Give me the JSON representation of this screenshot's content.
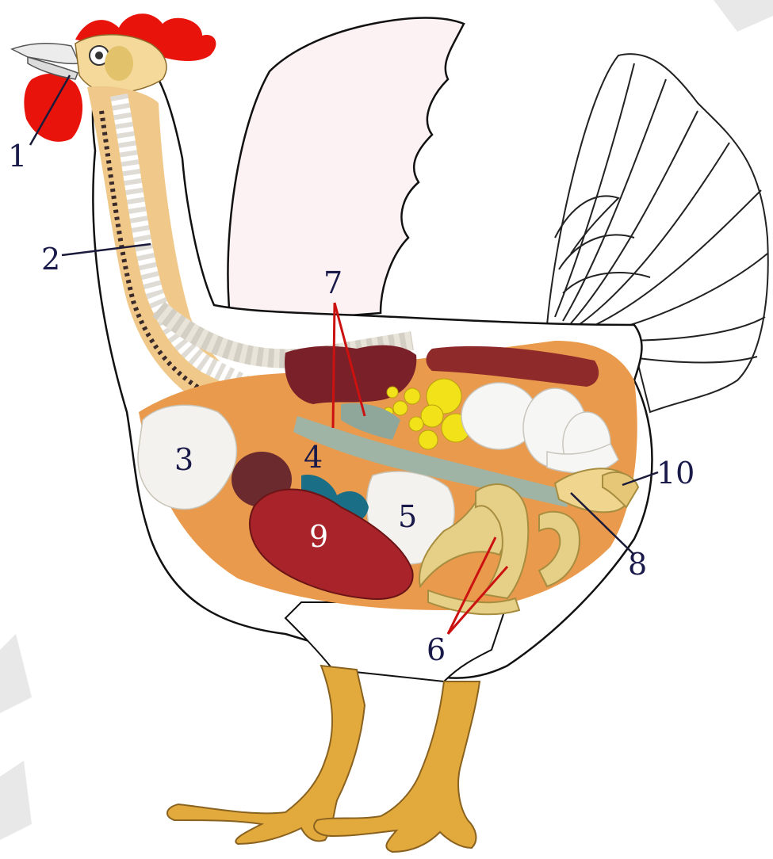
{
  "labels": {
    "l1": "1",
    "l2": "2",
    "l3": "3",
    "l4": "4",
    "l5": "5",
    "l6": "6",
    "l7": "7",
    "l8": "8",
    "l9": "9",
    "l10": "10"
  },
  "colors": {
    "comb": "#e8140c",
    "feet": "#e2aa3c",
    "liver": "#a8242a",
    "lung": "#7a2028",
    "ovary": "#f2e21a",
    "air_sac": "#f4f2ee",
    "gizzard": "#6b2a2e",
    "heart": "#1a6e86",
    "fat": "#e99a4c",
    "intestine": "#e6cf86",
    "leader_red": "#cc1111",
    "leader_dark": "#1a1a3a"
  }
}
